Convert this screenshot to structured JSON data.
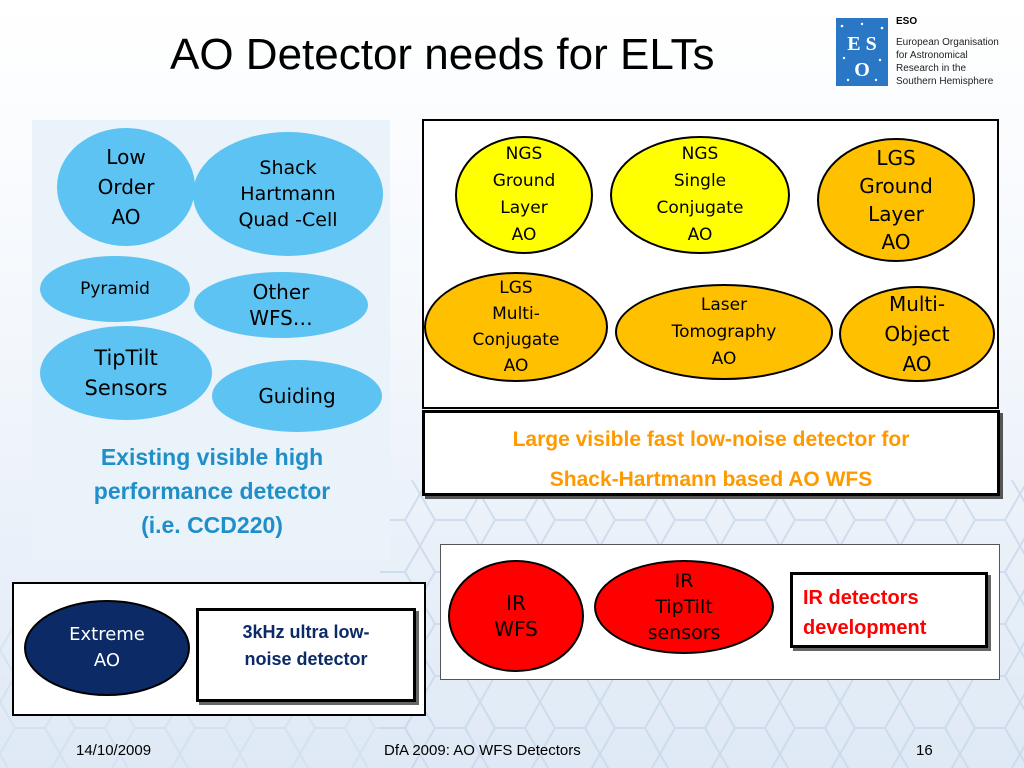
{
  "slide": {
    "title": "AO Detector needs for ELTs"
  },
  "logo": {
    "abbrev": "ESO",
    "text": "European Organisation\nfor Astronomical\nResearch in the\nSouthern Hemisphere",
    "color": "#2a78c5"
  },
  "existing": {
    "items": [
      {
        "label": "Low\nOrder\nAO"
      },
      {
        "label": "Shack\nHartmann\nQuad -Cell"
      },
      {
        "label": "Pyramid"
      },
      {
        "label": "Other\nWFS…"
      },
      {
        "label": "TipTilt\nSensors"
      },
      {
        "label": "Guiding"
      }
    ],
    "caption_line1": "Existing visible high",
    "caption_line2": "performance detector",
    "caption_line3": "(i.e. CCD220)",
    "caption_color": "#1f8fc9"
  },
  "ao_modes": {
    "items": [
      {
        "label": "NGS\nGround\nLayer\nAO"
      },
      {
        "label": "NGS\nSingle\nConjugate\nAO"
      },
      {
        "label": "LGS\nGround\nLayer\nAO"
      },
      {
        "label": "LGS\nMulti-\nConjugate\nAO"
      },
      {
        "label": "Laser\nTomography\nAO"
      },
      {
        "label": "Multi-\nObject\nAO"
      }
    ]
  },
  "banner": {
    "line1": "Large visible fast low-noise detector for",
    "line2": "Shack-Hartmann based AO WFS",
    "color": "#ff9900"
  },
  "ir": {
    "items": [
      {
        "label": "IR\nWFS"
      },
      {
        "label": "IR\nTipTilt\nsensors"
      }
    ],
    "note": "IR detectors\ndevelopment",
    "note_color": "#ff0000"
  },
  "xao": {
    "label": "Extreme\nAO",
    "note": "3kHz ultra low-\nnoise detector",
    "note_color": "#0b2a66"
  },
  "footer": {
    "date": "14/10/2009",
    "center": "DfA 2009: AO WFS Detectors",
    "page": "16"
  }
}
